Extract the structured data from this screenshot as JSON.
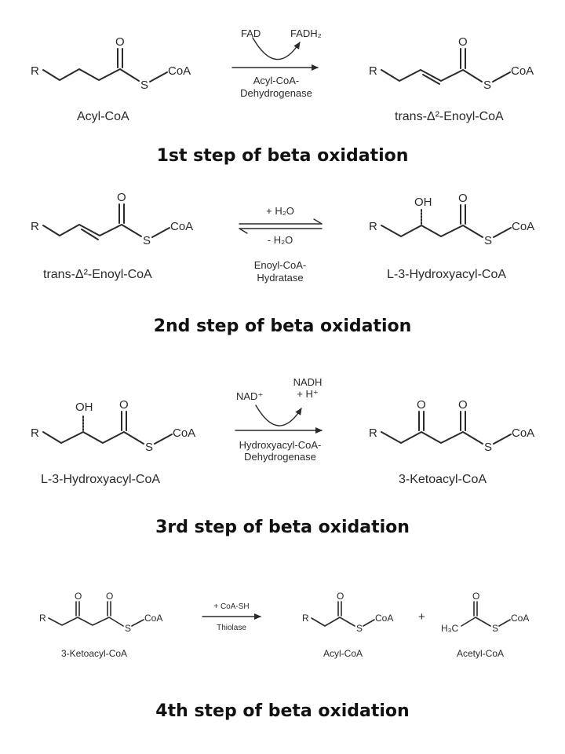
{
  "steps": [
    {
      "title": "1st step of beta oxidation",
      "substrate": "Acyl-CoA",
      "product": "trans-Δ²-Enoyl-CoA",
      "enzyme_line1": "Acyl-CoA-",
      "enzyme_line2": "Dehydrogenase",
      "cofactor_in": "FAD",
      "cofactor_out": "FADH₂"
    },
    {
      "title": "2nd step of beta oxidation",
      "substrate": "trans-Δ²-Enoyl-CoA",
      "product": "L-3-Hydroxyacyl-CoA",
      "enzyme_line1": "Enoyl-CoA-",
      "enzyme_line2": "Hydratase",
      "forward": "+ H₂O",
      "reverse": "- H₂O"
    },
    {
      "title": "3rd step of beta oxidation",
      "substrate": "L-3-Hydroxyacyl-CoA",
      "product": "3-Ketoacyl-CoA",
      "enzyme_line1": "Hydroxyacyl-CoA-",
      "enzyme_line2": "Dehydrogenase",
      "cofactor_in": "NAD⁺",
      "cofactor_out_line1": "NADH",
      "cofactor_out_line2": "+ H⁺"
    },
    {
      "title": "4th step of beta oxidation",
      "substrate": "3-Ketoacyl-CoA",
      "product1": "Acyl-CoA",
      "product2": "Acetyl-CoA",
      "reagent": "+ CoA-SH",
      "enzyme": "Thiolase",
      "plus": "+"
    }
  ],
  "atoms": {
    "R": "R",
    "S": "S",
    "CoA": "CoA",
    "O": "O",
    "OH": "OH",
    "H3C": "H₃C"
  }
}
